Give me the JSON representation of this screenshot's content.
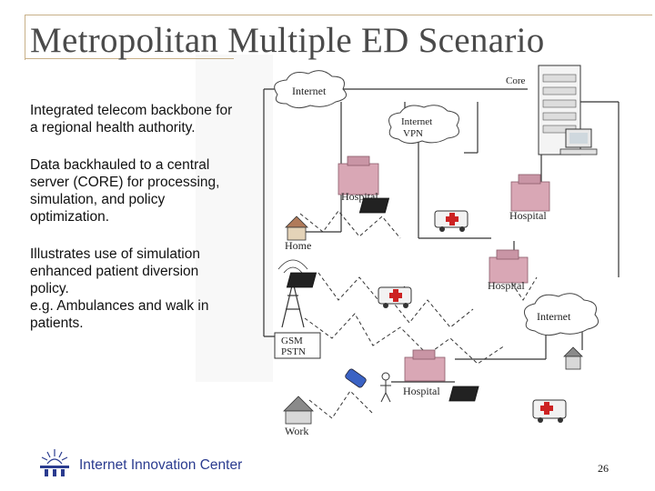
{
  "slide": {
    "title": "Metropolitan Multiple ED Scenario",
    "bullets": [
      "Integrated telecom backbone for a regional health authority.",
      "Data backhauled to a central server (CORE) for processing, simulation, and policy optimization.",
      "Illustrates use of simulation enhanced patient diversion policy.\ne.g. Ambulances and walk in patients."
    ],
    "footer_text": "Internet Innovation Center",
    "page_number": "26"
  },
  "diagram": {
    "internet_cloud_label": "Internet",
    "vpn_cloud_label_1": "Internet",
    "vpn_cloud_label_2": "VPN",
    "core_label": "Core",
    "hospital_label": "Hospital",
    "home_label": "Home",
    "work_label": "Work",
    "gsm_label_1": "GSM",
    "gsm_label_2": "PSTN",
    "internet_cloud_right_label": "Internet"
  },
  "colors": {
    "frame_rule": "#c8b089",
    "title_text": "#4a4a4a",
    "footer_text": "#2a3b8f",
    "hospital_building": "#d9a7b5",
    "ambulance_cross": "#cc2222"
  }
}
